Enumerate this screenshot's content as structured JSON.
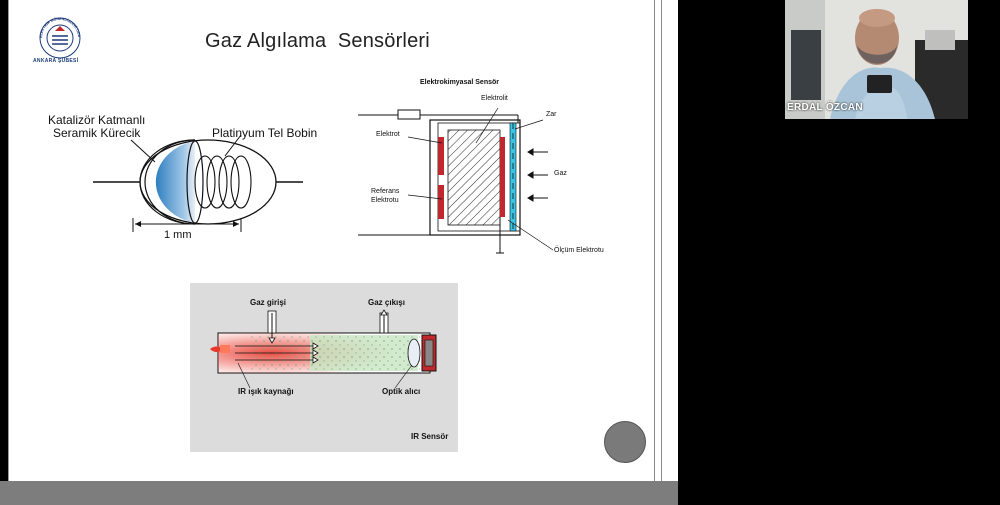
{
  "slide": {
    "title": "Gaz Algılama  Sensörleri",
    "logo": {
      "arc_text": "ELEKTRİK MÜHENDİSLERİ ODASI",
      "caption": "ANKARA ŞUBESİ",
      "brand_color": "#1b3a7a"
    },
    "catalytic": {
      "label_coating_line1": "Katalizör Katmanlı",
      "label_coating_line2": "Seramik Kürecik",
      "label_coil": "Platinyum Tel Bobin",
      "dimension": "1 mm",
      "bead_color": "#2f7fc0"
    },
    "electrochem": {
      "title": "Elektrokimyasal Sensör",
      "electrolyte": "Elektrolit",
      "membrane": "Zar",
      "electrode": "Elektrot",
      "gas": "Gaz",
      "reference_line1": "Referans",
      "reference_line2": "Elektrotu",
      "measuring": "Ölçüm Elektrotu",
      "electrode_color": "#c0282d",
      "membrane_color": "#39c6e6"
    },
    "ir": {
      "gas_in": "Gaz girişi",
      "gas_out": "Gaz çıkışı",
      "source": "IR ışık kaynağı",
      "receiver": "Optik alıcı",
      "title": "IR Sensör",
      "chamber_color": "#c7e6c2",
      "source_color": "#e8382d"
    }
  },
  "video": {
    "participant_name": "ERDAL ÖZCAN"
  }
}
